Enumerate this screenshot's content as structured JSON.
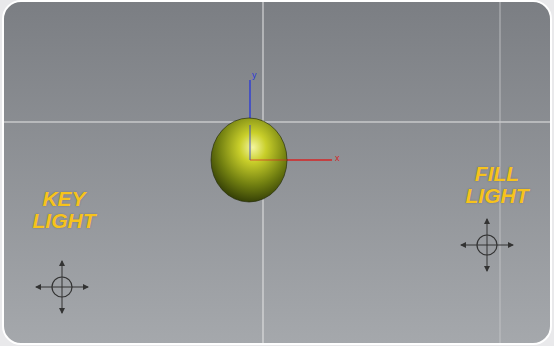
{
  "diagram": {
    "labels": [
      "KEY LIGHT",
      "FILL LIGHT",
      "y",
      "x"
    ]
  }
}
